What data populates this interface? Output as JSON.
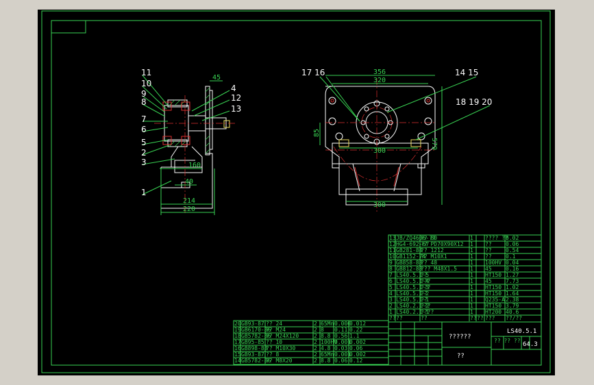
{
  "callouts_left": [
    "11",
    "10",
    "9",
    "8",
    "7",
    "6",
    "5",
    "2",
    "3",
    "1",
    "4",
    "12",
    "13"
  ],
  "callouts_right": [
    "17 16",
    "14 15",
    "18 19 20"
  ],
  "dims_left": {
    "d45": "45",
    "d160": "160",
    "d40": "40",
    "d214": "214",
    "d220": "220"
  },
  "dims_right": {
    "d356": "356",
    "d320": "320",
    "d300a": "300",
    "d85": "85",
    "d579": "579",
    "d300b": "300"
  },
  "bom_upper": [
    [
      "13",
      "JB/ZQ4606-??",
      "?? 80",
      "1",
      "",
      "???? ??",
      "0.02"
    ],
    [
      "12",
      "HG4-692-67",
      "?? PD70X90X12",
      "1",
      "",
      "??",
      "0.06"
    ],
    [
      "11",
      "GB281-84",
      "?? 1212",
      "1",
      "",
      "??",
      "0.54"
    ],
    [
      "10",
      "GB1152-74",
      "?? M10X1",
      "1",
      "",
      "??",
      "0.1"
    ],
    [
      "9",
      "GB858-88",
      "?? 48",
      "1",
      "",
      "100HV",
      "0.04"
    ],
    [
      "8",
      "GB812-88",
      "??? M48X1.5",
      "1",
      "",
      "45",
      "0.16"
    ],
    [
      "7",
      "LS40.5.1-5",
      "??",
      "1",
      "",
      "HT150",
      "1.27"
    ],
    [
      "6",
      "LS40.5.1-4",
      "???",
      "1",
      "",
      "45",
      "7.73"
    ],
    [
      "5",
      "LS40.5.1-3",
      "???",
      "1",
      "",
      "HT150",
      "1.02"
    ],
    [
      "4",
      "LS40.5.1-2",
      "??",
      "1",
      "",
      "HT150",
      "1.64"
    ],
    [
      "3",
      "LS40.5.1-1",
      "??",
      "1",
      "",
      "Q235-A",
      "2.38"
    ],
    [
      "2",
      "LS40.2.1-2",
      "???",
      "1",
      "",
      "HT150",
      "3.79"
    ],
    [
      "1",
      "LS40.2.1-1",
      "????",
      "1",
      "",
      "HT200",
      "40.6"
    ]
  ],
  "bom_upper_header": [
    "??",
    "??",
    "??",
    "??",
    "??",
    "???",
    "??/??"
  ],
  "bom_lower": [
    [
      "20",
      "GB93-87",
      "?? 24",
      "2",
      "65Mn",
      "0.006",
      "0.012"
    ],
    [
      "19",
      "GB6170-86",
      "?? M24",
      "2",
      "8",
      "0.11",
      "0.22"
    ],
    [
      "18",
      "GB5782-86",
      "?? M24X120",
      "2",
      "8.8",
      "0.56",
      "1.1"
    ],
    [
      "17",
      "GB95-85",
      "?? 10",
      "2",
      "100HV",
      "0.001",
      "0.002"
    ],
    [
      "16",
      "GB898-88",
      "?? M10X30",
      "2",
      "4.8",
      "0.03",
      "0.06"
    ],
    [
      "15",
      "GB93-87",
      "?? 8",
      "2",
      "65Mn",
      "0.001",
      "0.002"
    ],
    [
      "14",
      "GB5782-86",
      "?? M8X20",
      "2",
      "8.8",
      "0.06",
      "0.12"
    ]
  ],
  "title_block": {
    "part_name": "??????",
    "drawing_no": "LS40.5.1",
    "company": "??",
    "weight": "64.3",
    "marks": "?? ?? ??"
  },
  "colors": {
    "outline": "#39d353",
    "part": "#ffffff",
    "center": "#e03030",
    "background": "#000000"
  }
}
